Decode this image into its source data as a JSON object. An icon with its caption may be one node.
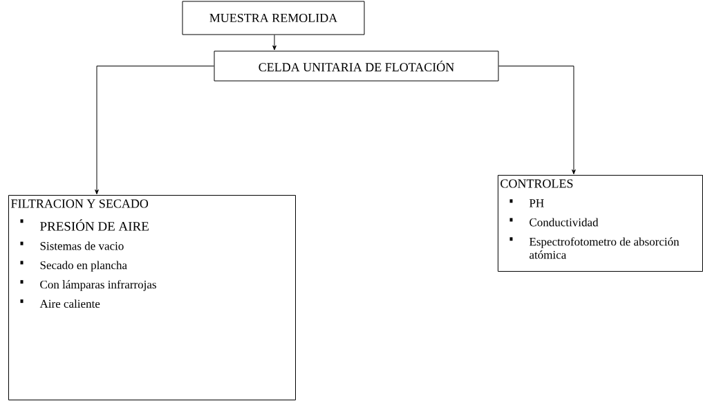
{
  "diagram": {
    "nodes": [
      {
        "text": [
          "MUESTRA REMOLIDA"
        ]
      },
      {
        "text": [
          "CELDA UNITARIA DE FLOTACIÓN"
        ]
      },
      {
        "text": [
          "FILTRACION Y SECADO",
          "PRESIÓN DE AIRE",
          "Sistemas de vacio",
          "Secado en plancha",
          "Con lámparas infrarrojas",
          "Aire caliente"
        ]
      },
      {
        "text": [
          "CONTROLES",
          "PH",
          "Conductividad",
          "Espectrofotometro de absorción atómica"
        ]
      }
    ],
    "edges": [
      {
        "from": 0,
        "to": 1,
        "arrow": "to"
      },
      {
        "from": 1,
        "to": 2,
        "arrow": "to"
      },
      {
        "from": 1,
        "to": 3,
        "arrow": "to"
      }
    ]
  }
}
